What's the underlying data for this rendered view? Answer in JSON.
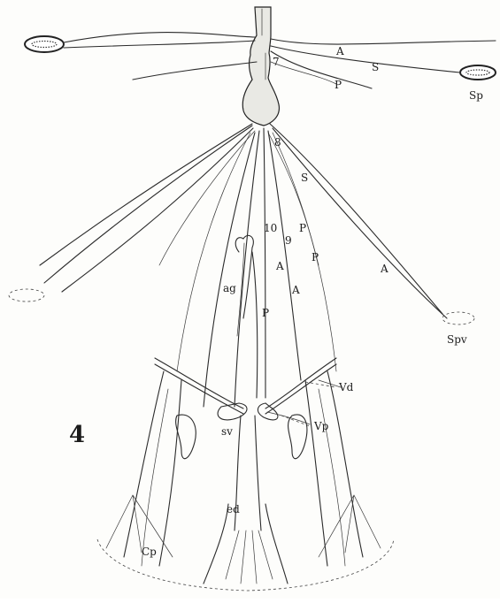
{
  "figure": {
    "number": "4",
    "labels": {
      "A_top": "A",
      "S_top": "S",
      "P_top": "P",
      "n7": "7",
      "Sp": "Sp",
      "n8": "8",
      "S_mid": "S",
      "n10": "10",
      "n9": "9",
      "P_mid": "P",
      "A_mid1": "A",
      "P_mid2": "P",
      "A_mid2": "A",
      "A_right": "A",
      "ag": "ag",
      "P_center": "P",
      "Spv": "Spv",
      "Vd": "Vd",
      "Vp": "Vp",
      "sv": "sv",
      "ed": "ed",
      "Cp": "Cp"
    }
  }
}
